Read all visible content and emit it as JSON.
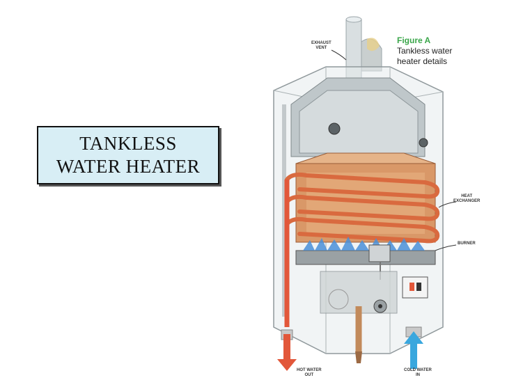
{
  "title": {
    "line1": "TANKLESS",
    "line2": "WATER HEATER"
  },
  "figure": {
    "label": "Figure A",
    "caption_line1": "Tankless water",
    "caption_line2": "heater details"
  },
  "callouts": {
    "exhaust_line1": "EXHAUST",
    "exhaust_line2": "VENT",
    "heat_line1": "HEAT",
    "heat_line2": "EXCHANGER",
    "burner": "BURNER",
    "hot_line1": "HOT WATER",
    "hot_line2": "OUT",
    "cold_line1": "COLD WATER",
    "cold_line2": "IN"
  },
  "colors": {
    "title_bg": "#d8eef5",
    "figure_label": "#3aa64a",
    "hot_pipe": "#e2573a",
    "coil": "#d96a3f",
    "exchanger": "#d99868",
    "flame": "#4a8fd8",
    "cold_arrow": "#39a7de",
    "hot_arrow": "#e2573a",
    "casing": "#cfd6d8"
  }
}
